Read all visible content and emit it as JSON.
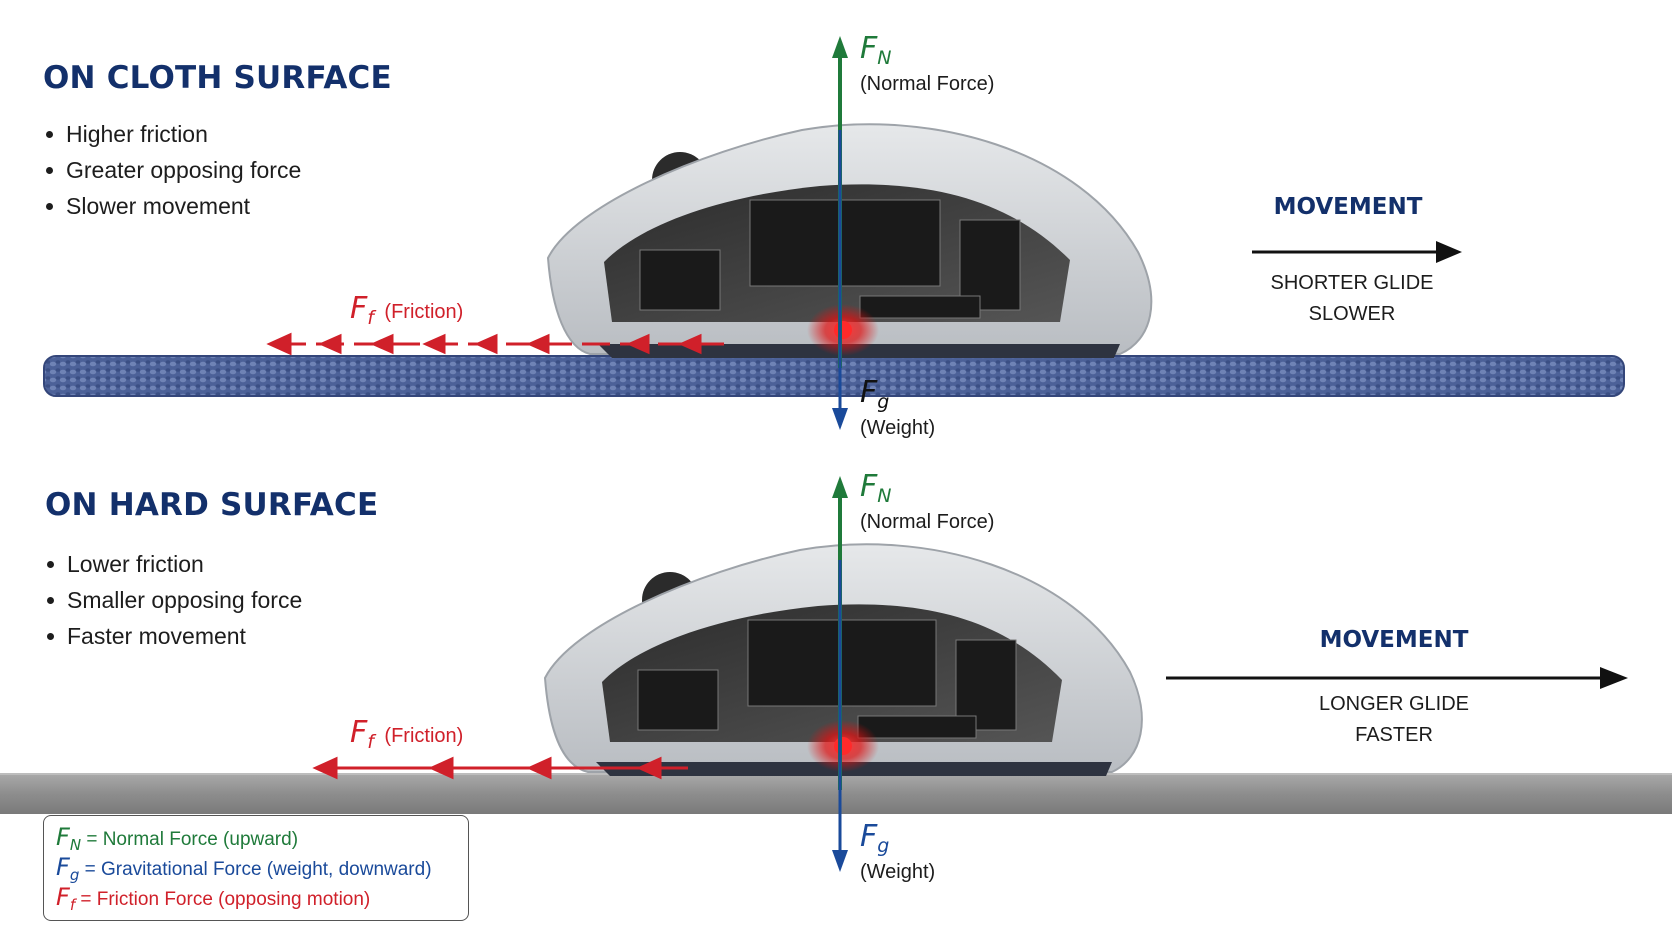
{
  "top": {
    "title": "ON CLOTH SURFACE",
    "bullets": [
      "Higher friction",
      "Greater opposing force",
      "Slower movement"
    ],
    "normal_desc": "(Normal Force)",
    "weight_desc": "(Weight)",
    "friction_desc": "(Friction)",
    "movement_title": "MOVEMENT",
    "glide": "SHORTER GLIDE",
    "speed": "SLOWER"
  },
  "bottom": {
    "title": "ON HARD SURFACE",
    "bullets": [
      "Lower friction",
      "Smaller opposing force",
      "Faster movement"
    ],
    "normal_desc": "(Normal Force)",
    "weight_desc": "(Weight)",
    "friction_desc": "(Friction)",
    "movement_title": "MOVEMENT",
    "glide": "LONGER GLIDE",
    "speed": "FASTER"
  },
  "symbols": {
    "normal": {
      "base": "F",
      "sub": "N"
    },
    "weight": {
      "base": "F",
      "sub": "g"
    },
    "friction": {
      "base": "F",
      "sub": "f"
    }
  },
  "legend": {
    "normal": "= Normal Force (upward)",
    "weight": "= Gravitational Force (weight, downward)",
    "friction": "= Friction Force (opposing motion)"
  },
  "colors": {
    "normal": "#1f7a3a",
    "weight": "#1a4a9a",
    "friction": "#d0202a",
    "title": "#13306b",
    "cloth": "#4a5f96",
    "hard": "#8e8e8e"
  }
}
